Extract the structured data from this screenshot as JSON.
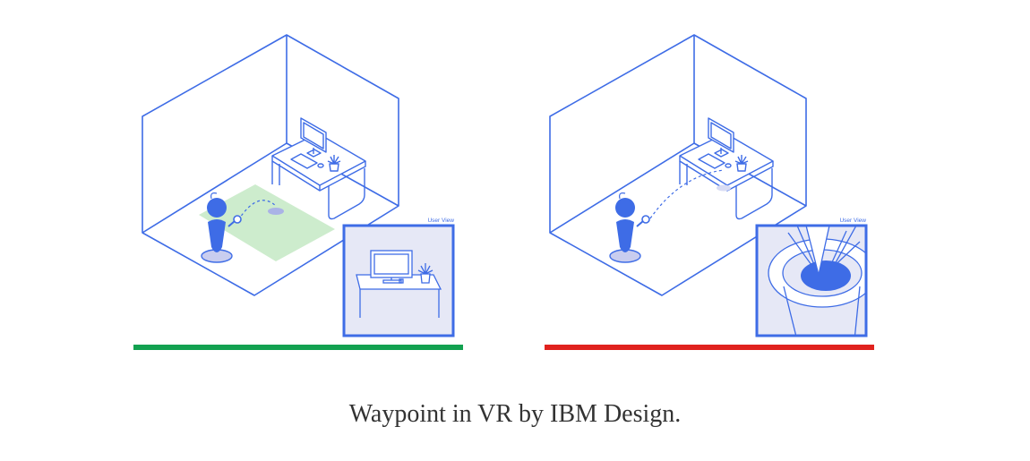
{
  "caption": "Waypoint in VR by IBM Design.",
  "panels": [
    {
      "id": "good",
      "inset_label": "User View",
      "bar_color": "#12a150"
    },
    {
      "id": "bad",
      "inset_label": "User View",
      "bar_color": "#e0221e"
    }
  ],
  "colors": {
    "line": "#3e6ce6",
    "person": "#3e6ce6",
    "floor_area": "#cdeccd",
    "inset_bg": "#e6e8f6",
    "shadow": "#c9cdef"
  }
}
